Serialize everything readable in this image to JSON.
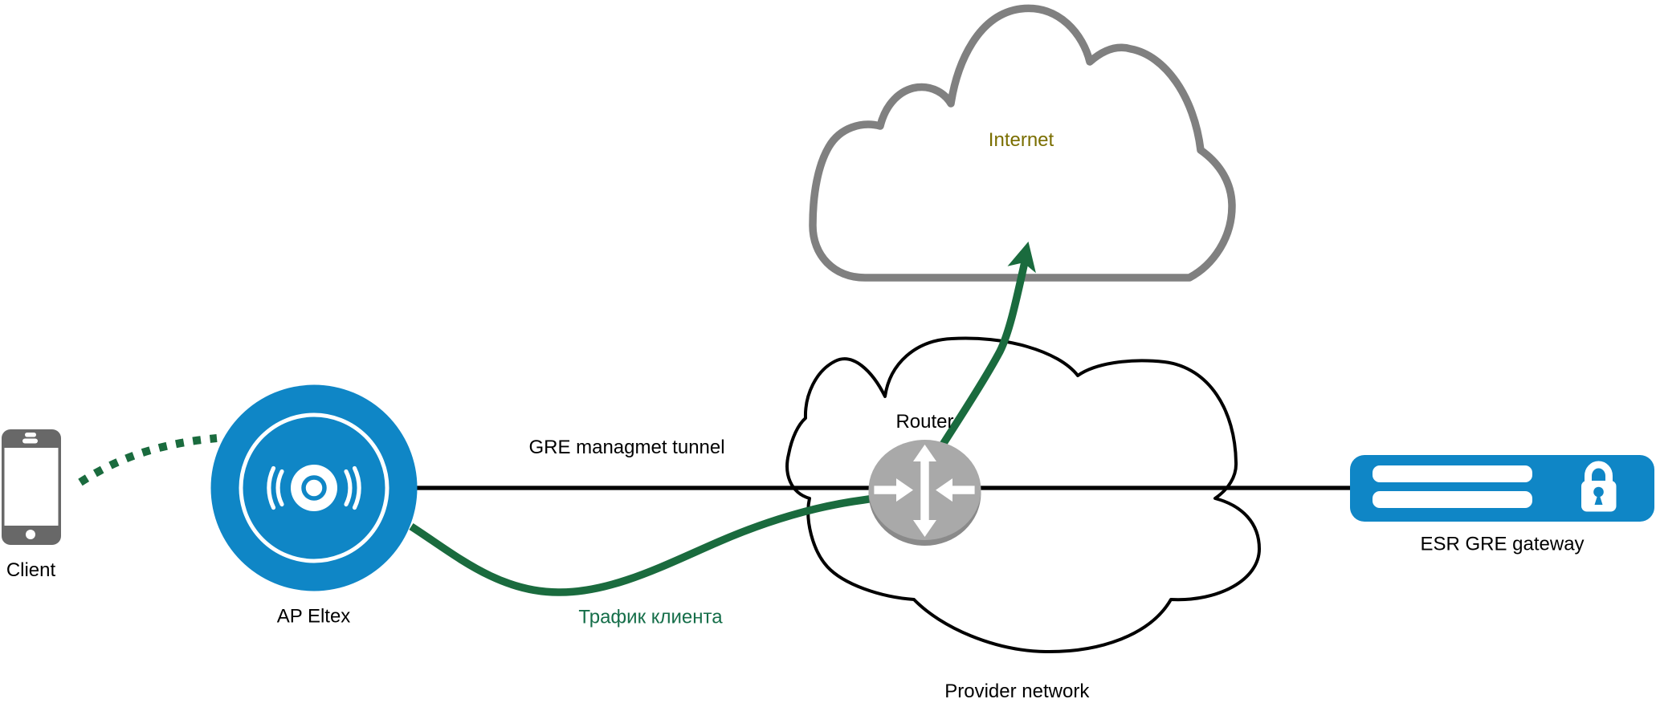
{
  "diagram": {
    "type": "network-topology",
    "nodes": {
      "client": {
        "label": "Client"
      },
      "ap": {
        "label": "AP Eltex"
      },
      "router": {
        "label": "Router"
      },
      "internet": {
        "label": "Internet"
      },
      "provider": {
        "label": "Provider network"
      },
      "gateway": {
        "label": "ESR GRE gateway"
      }
    },
    "links": {
      "gre_tunnel": {
        "label": "GRE managmet tunnel",
        "style": "solid-black-line",
        "from": "ap",
        "to": "gateway"
      },
      "client_traffic": {
        "label": "Трафик клиента",
        "style": "solid-green-curve-arrow",
        "from": "ap",
        "to": "internet"
      },
      "wireless": {
        "label": "",
        "style": "dashed-green-curve",
        "from": "client",
        "to": "ap"
      }
    },
    "icons": {
      "client": "smartphone-icon",
      "ap": "wireless-access-point-icon",
      "router": "router-crossed-arrows-icon",
      "gateway": "rack-device-with-lock-icon",
      "internet": "cloud-shape",
      "provider": "cloud-shape"
    },
    "colors": {
      "node_blue": "#0f86c6",
      "line_green": "#1a6b3e",
      "label_green": "#156e49",
      "internet_label": "#7a6e00",
      "cloud_gray": "#808080",
      "phone_gray": "#686868",
      "router_gray": "#a9a9a9",
      "router_gray_shadow": "#8a8a8a",
      "black": "#000000",
      "white": "#ffffff"
    }
  }
}
